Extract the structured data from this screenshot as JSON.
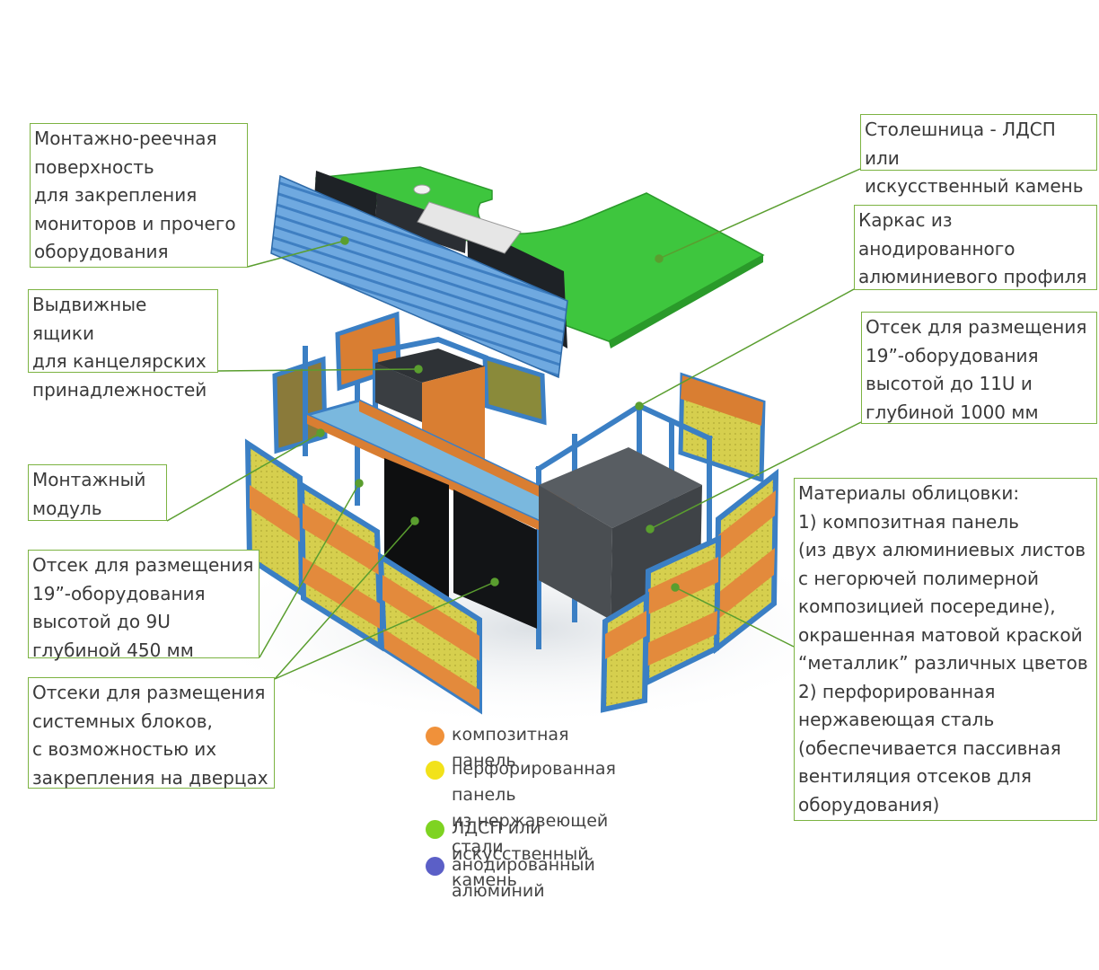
{
  "callouts": {
    "rail": "Монтажно-реечная\nповерхность\nдля закрепления\nмониторов и прочего\nоборудования",
    "tabletop": "Столешница - ЛДСП или\nискусственный камень",
    "frame": "Каркас из\nанодированного\nалюминиевого профиля",
    "drawers": "Выдвижные ящики\nдля канцелярских\nпринадлежностей",
    "rack11": "Отсек для размещения\n19”-оборудования\nвысотой до 11U и\nглубиной 1000 мм",
    "module": "Монтажный\nмодуль",
    "rack9": "Отсек для размещения\n19”-оборудования\nвысотой до 9U\nглубиной 450 мм",
    "pc": "Отсеки для размещения\nсистемных блоков,\nс возможностью их\nзакрепления на дверцах",
    "materials": "Материалы облицовки:\n1) композитная панель\n(из двух алюминиевых листов\nс негорючей полимерной\nкомпозицией посередине),\nокрашенная матовой краской\n“металлик” различных цветов\n2) перфорированная\nнержавеющая сталь\n(обеспечивается пассивная\nвентиляция отсеков для\nоборудования)"
  },
  "legend": [
    {
      "label": "композитная панель",
      "color": "#f0913a"
    },
    {
      "label": "перфорированная панель\nиз нержавеющей стали",
      "color": "#f2e21a"
    },
    {
      "label": "ЛДСП или искусственный камень",
      "color": "#7ed321"
    },
    {
      "label": "анодированный алюминий",
      "color": "#5b5fc7"
    }
  ],
  "colors": {
    "callout_border": "#7cb342",
    "leader": "#5a9e2f",
    "aluminium": "#4a90d9",
    "composite": "#e38a3c",
    "perforated": "#d8d35a",
    "tabletop": "#3ec63e",
    "equipment": "#404448"
  }
}
